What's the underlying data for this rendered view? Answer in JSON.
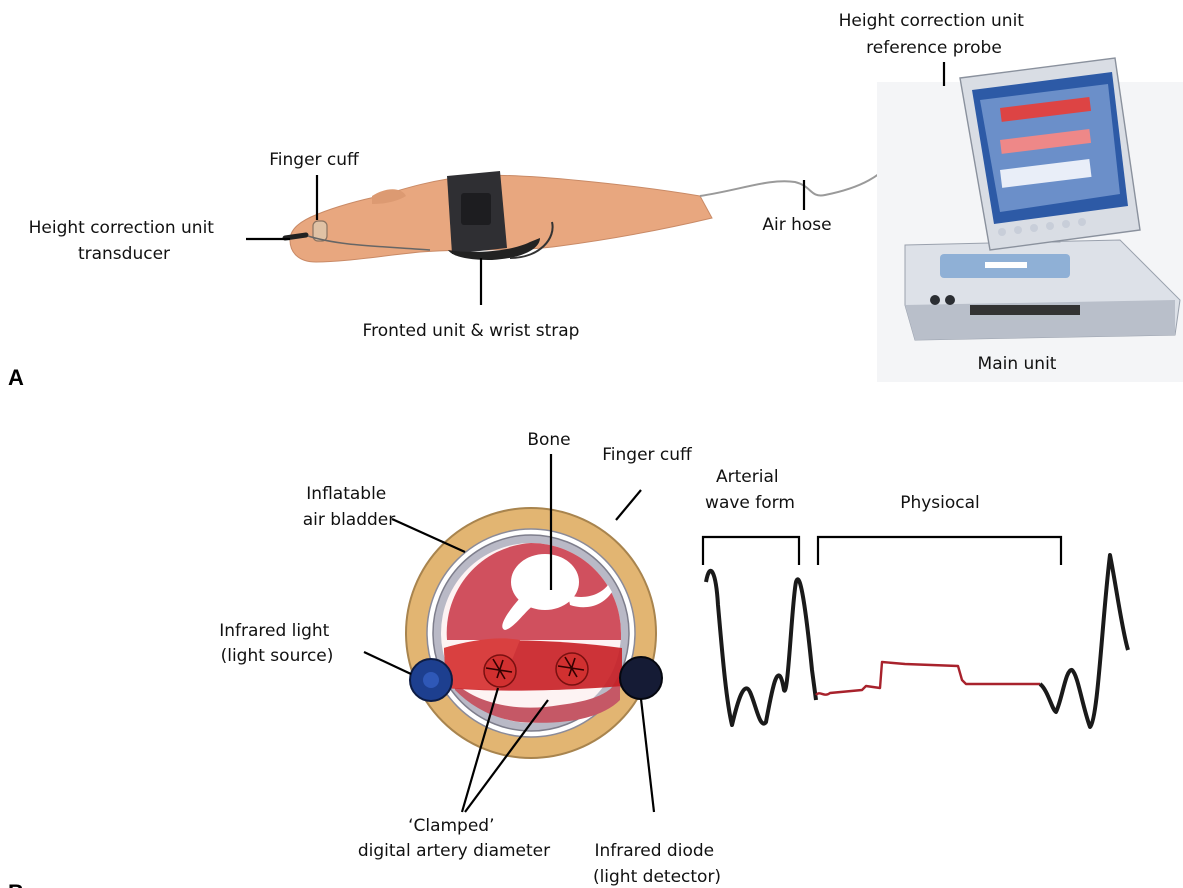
{
  "panel_a": {
    "letter": "A",
    "labels": {
      "finger_cuff": "Finger cuff",
      "transducer_line1": "Height correction unit",
      "transducer_line2": "transducer",
      "frontend": "Fronted unit & wrist strap",
      "air_hose": "Air hose",
      "probe_line1": "Height correction unit",
      "probe_line2": "reference probe",
      "main_unit": "Main unit"
    }
  },
  "panel_b": {
    "letter": "B",
    "labels": {
      "bone": "Bone",
      "finger_cuff": "Finger cuff",
      "bladder_line1": "Inflatable",
      "bladder_line2": "air bladder",
      "ir_light_line1": "Infrared light",
      "ir_light_line2": "(light source)",
      "clamped_line1": "‘Clamped’",
      "clamped_line2": "digital artery diameter",
      "diode_line1": "Infrared diode",
      "diode_line2": "(light detector)",
      "arterial_line1": "Arterial",
      "arterial_line2": "wave form",
      "physiocal": "Physiocal"
    }
  },
  "colors": {
    "skin": "#e8a77f",
    "cuff_outer": "#e2b572",
    "bladder": "#9b9ba8",
    "flesh": "#d0505e",
    "artery": "#c81e23",
    "ir_source": "#1d3f8f",
    "ir_detector": "#151b35",
    "waveform": "#1a1a1a",
    "physiocal_trace": "#a8222c"
  }
}
